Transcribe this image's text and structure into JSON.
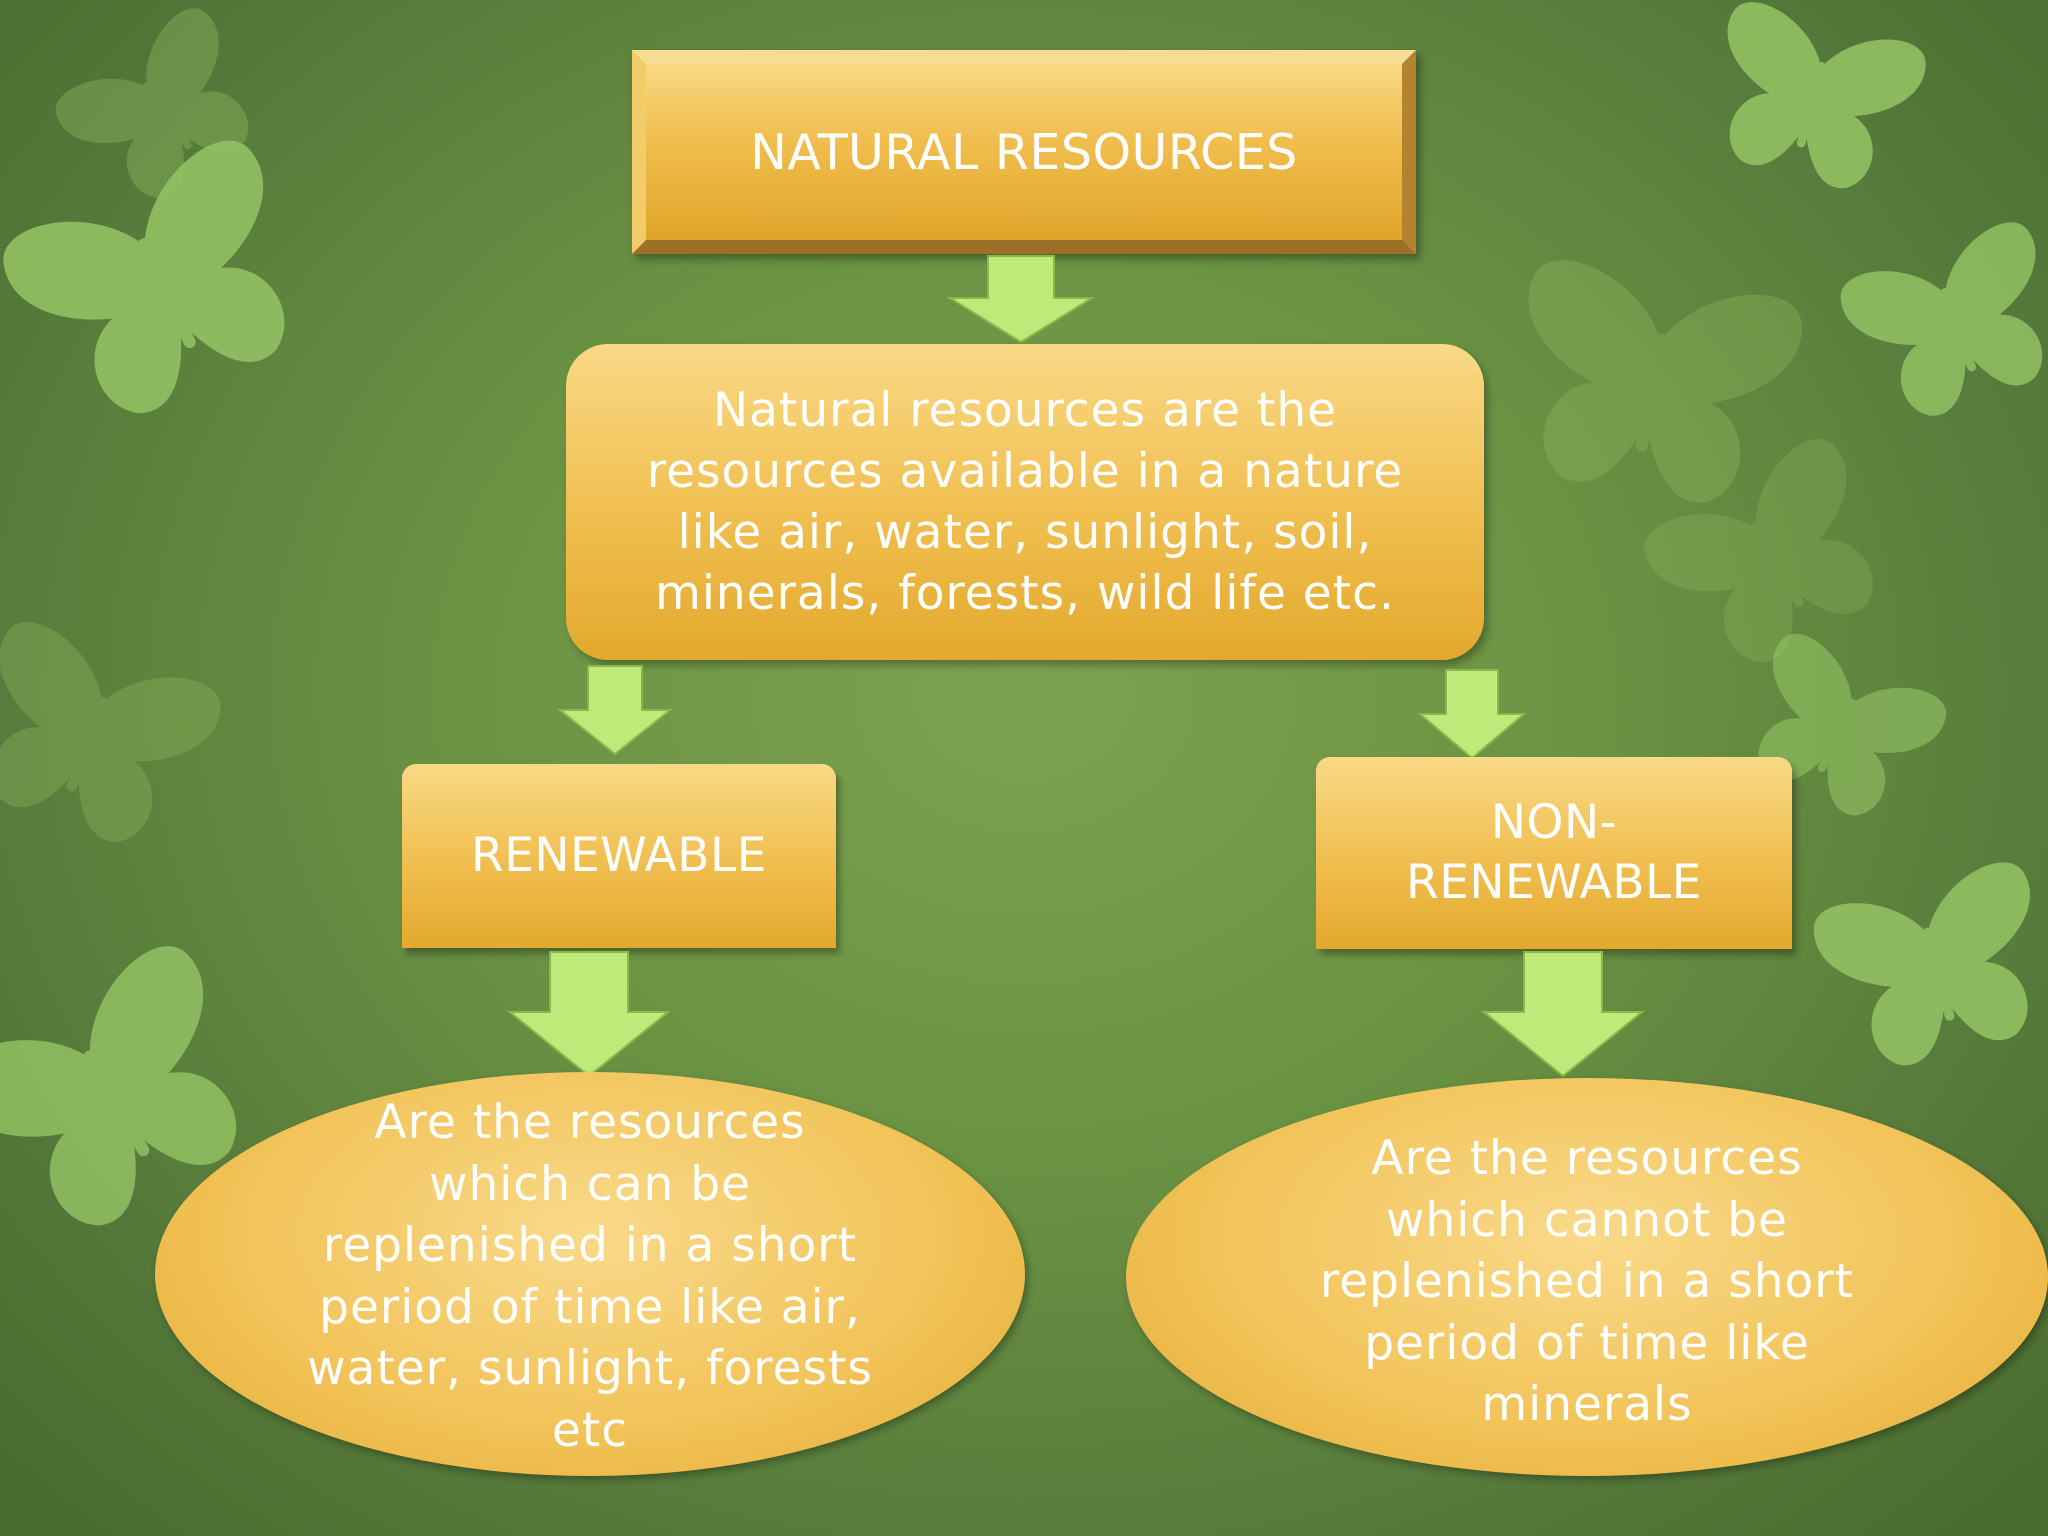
{
  "diagram": {
    "title": "NATURAL RESOURCES",
    "definition": "Natural resources are the resources available in a nature like air, water, sunlight, soil, minerals, forests, wild life etc.",
    "branches": [
      {
        "label": "RENEWABLE",
        "description": "Are the resources which can be replenished in a short period of time like air, water, sunlight, forests etc"
      },
      {
        "label": "NON-RENEWABLE",
        "description": "Are the resources which cannot be replenished in a short period of time like minerals"
      }
    ]
  },
  "colors": {
    "background": "#6a9243",
    "node_fill": "#f0be4f",
    "arrow_fill": "#bfe978",
    "decoration": "#96c465",
    "text": "#ffffff"
  },
  "icons": [
    "butterfly-icon"
  ]
}
